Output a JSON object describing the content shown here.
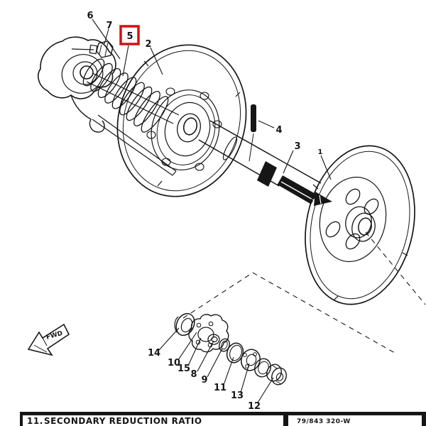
{
  "figure": {
    "callouts": {
      "c1": "1",
      "c2": "2",
      "c3": "3",
      "c4": "4",
      "c5": "5",
      "c6": "6",
      "c7": "7",
      "c8": "8",
      "c9": "9",
      "c10": "10",
      "c11": "11",
      "c12": "12",
      "c13": "13",
      "c14": "14",
      "c15": "15"
    },
    "highlight": {
      "label": "5",
      "color": "#d61010"
    },
    "direction_label": "FWD"
  },
  "footer": {
    "section_no": "11.",
    "title": "SECONDARY REDUCTION RATIO",
    "doc_no": "79/843 320-W"
  }
}
